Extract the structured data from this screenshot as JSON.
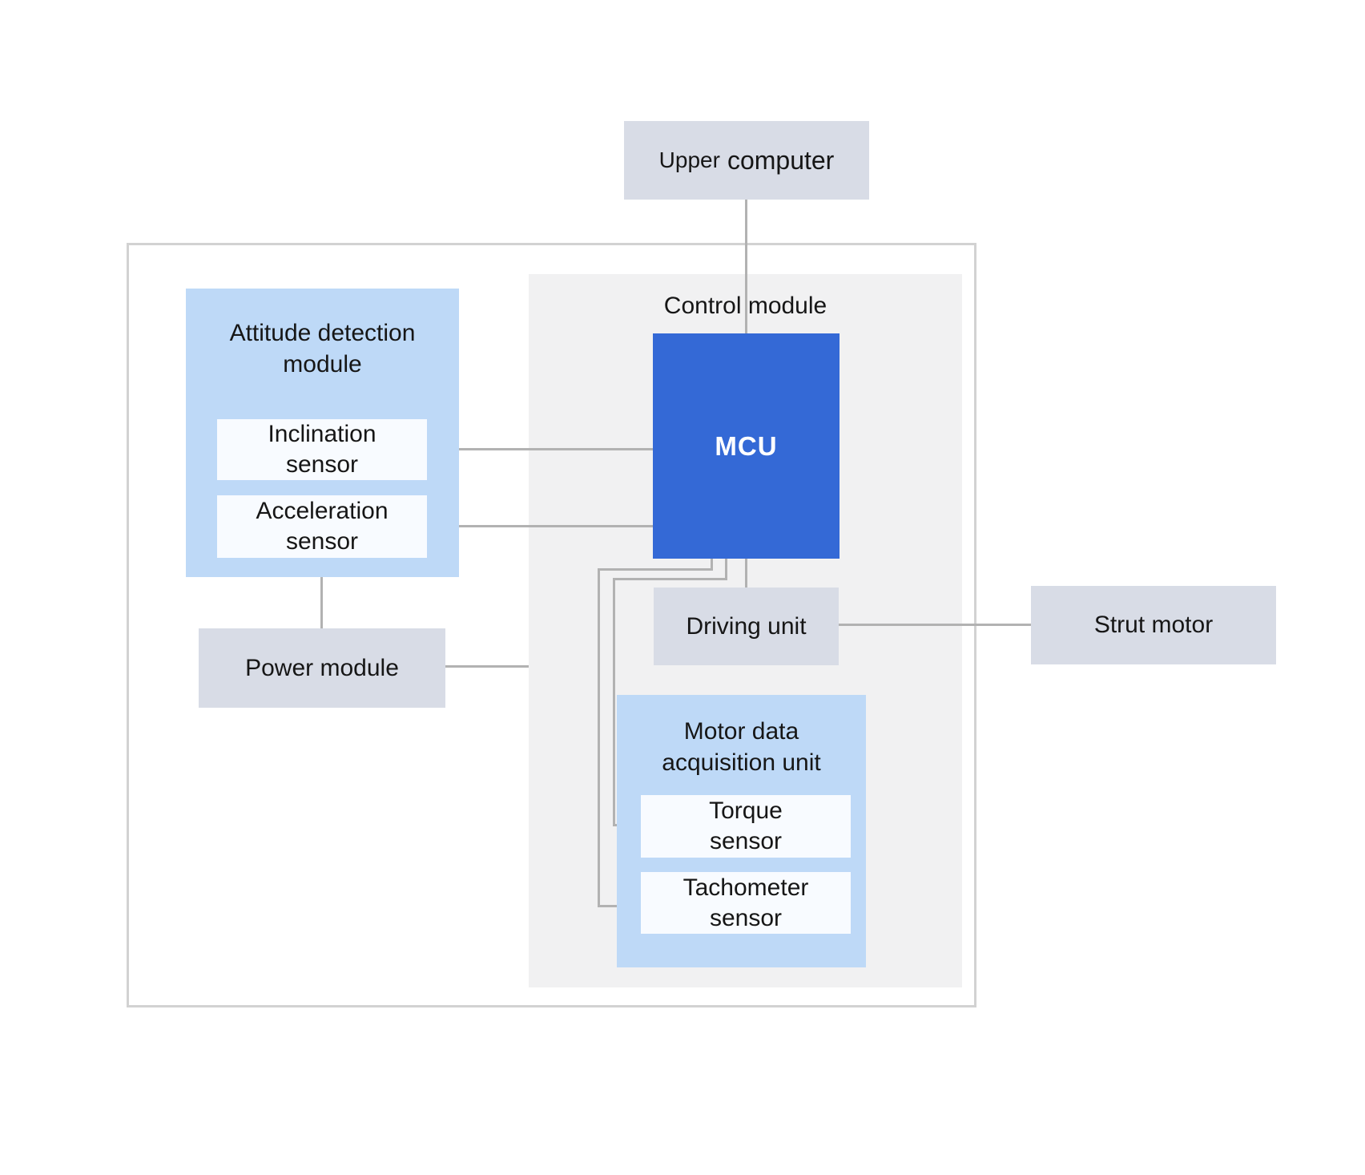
{
  "diagram": {
    "upper_computer": {
      "part1": "Upper",
      "part2": "computer"
    },
    "control_module": {
      "title": "Control module"
    },
    "mcu": {
      "label": "MCU"
    },
    "driving_unit": {
      "label": "Driving unit"
    },
    "strut_motor": {
      "label": "Strut motor"
    },
    "attitude_module": {
      "line1": "Attitude detection",
      "line2": "module"
    },
    "inclination_sensor": {
      "line1": "Inclination",
      "line2": "sensor"
    },
    "acceleration_sensor": {
      "line1": "Acceleration",
      "line2": "sensor"
    },
    "power_module": {
      "label": "Power module"
    },
    "motor_data_unit": {
      "line1": "Motor data",
      "line2": "acquisition unit"
    },
    "torque_sensor": {
      "line1": "Torque",
      "line2": "sensor"
    },
    "tachometer_sensor": {
      "line1": "Tachometer",
      "line2": "sensor"
    },
    "colors": {
      "mcu_blue": "#3469d6",
      "module_light_blue": "#bed9f7",
      "unit_gray": "#d8dce6",
      "inner_white": "#f8fbff",
      "panel_gray": "#f1f1f2",
      "connector_gray": "#b2b2b2",
      "outer_border_gray": "#d2d2d2",
      "text": "#161616"
    }
  }
}
